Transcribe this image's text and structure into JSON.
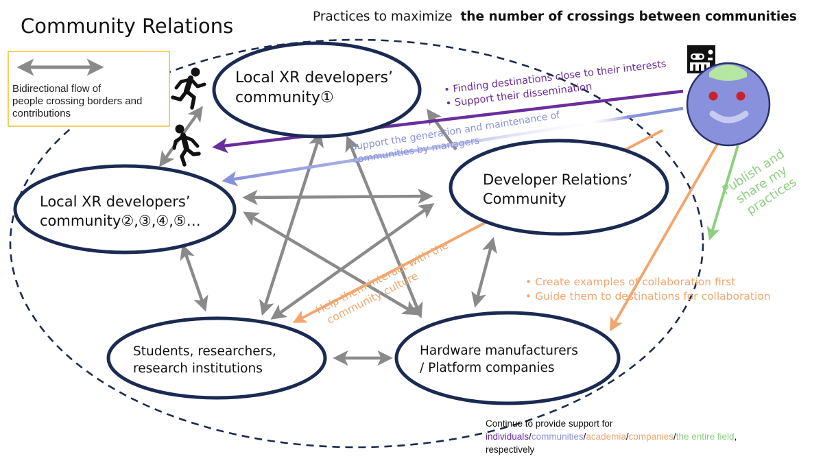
{
  "title": "Community Relations",
  "heading": {
    "prefix": "Practices to maximize",
    "emphasis": "the number of crossings between communities"
  },
  "legend": {
    "line1": "Bidirectional flow of",
    "line2": "people crossing borders and",
    "line3": "contributions"
  },
  "nodes": {
    "community1": {
      "line1": "Local XR developers’",
      "line2": "community①"
    },
    "community_many": {
      "line1": "Local XR developers’",
      "line2": "community②,③,④,⑤…"
    },
    "devrel": {
      "line1": "Developer Relations’",
      "line2": "Community"
    },
    "students": {
      "line1": "Students, researchers,",
      "line2": "research institutions"
    },
    "hardware": {
      "line1": "Hardware manufacturers",
      "line2": "/ Platform companies"
    }
  },
  "annotations": {
    "individuals": {
      "line1": "• Finding destinations close to their interests",
      "line2": "• Support their dissemination"
    },
    "communities": {
      "line1": "Support the generation and maintenance of",
      "line2": "communities by managers"
    },
    "academia": {
      "line1": "Help them interact with the",
      "line2": "community culture"
    },
    "companies": {
      "line1": "• Create examples of collaboration first",
      "line2": "• Guide them to destinations for collaboration"
    },
    "field": {
      "line1": "Publish and",
      "line2": "share my",
      "line3": "practices"
    }
  },
  "footer": {
    "line1": "Continue to provide support for",
    "targets": [
      "individuals",
      "communities",
      "academia",
      "companies",
      "the entire field"
    ],
    "separator": "/",
    "trailing": ",",
    "line3": "respectively"
  },
  "colors": {
    "purple": "#6a2d9c",
    "blue": "#8a91dc",
    "orange": "#f2a66e",
    "green": "#8dcf80",
    "navy": "#1b2a52",
    "gray": "#8a8a8a",
    "legend_border": "#f0c23c"
  },
  "icons": {
    "runner": "runner-icon",
    "avatar": "smiley-avatar-icon",
    "logo": "logo-icon"
  }
}
